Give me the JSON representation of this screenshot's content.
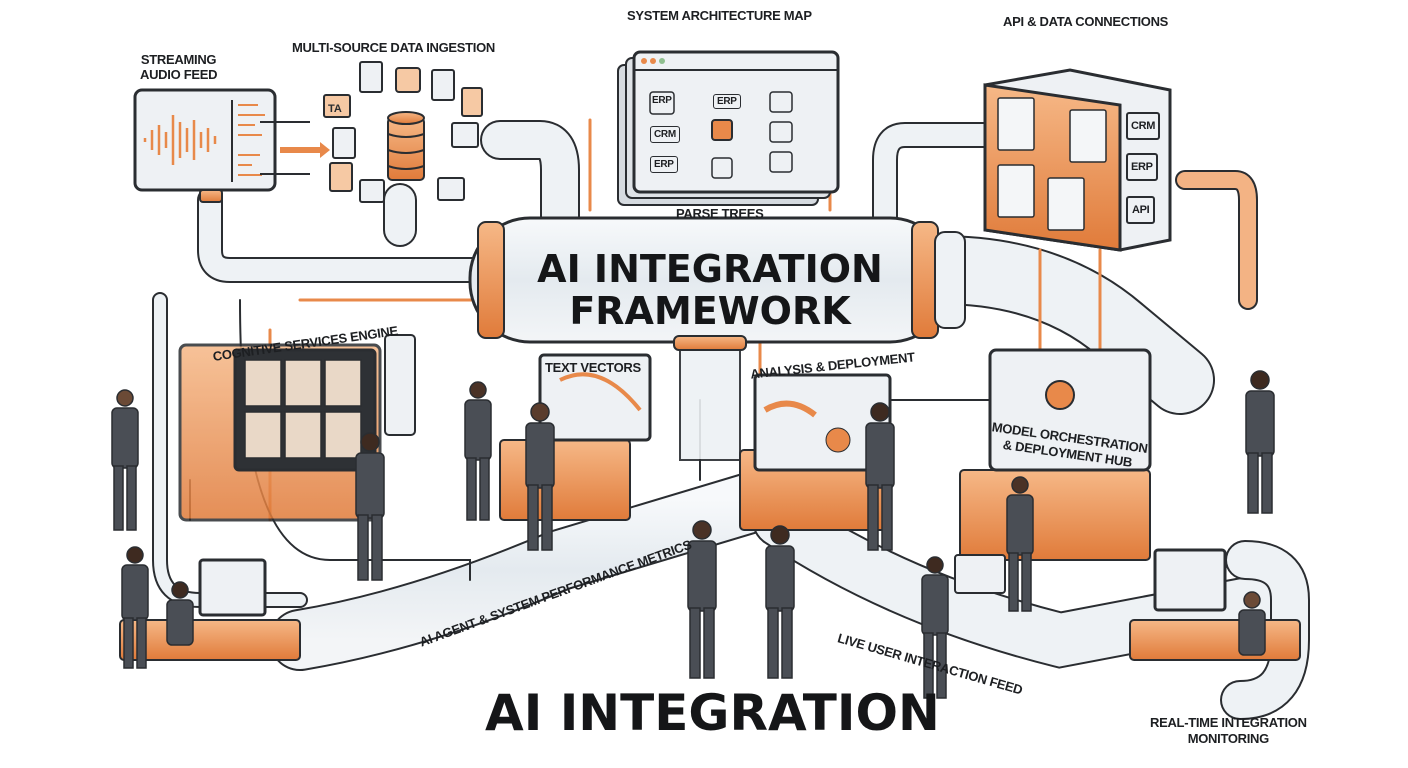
{
  "title": "AI INTEGRATION",
  "main_tube": {
    "line1": "AI INTEGRATION",
    "line2": "FRAMEWORK"
  },
  "labels": {
    "streaming_audio": {
      "line1": "STREAMING",
      "line2": "AUDIO FEED"
    },
    "ingestion": "MULTI-SOURCE DATA INGESTION",
    "architecture": "SYSTEM ARCHITECTURE MAP",
    "parse_trees": "PARSE TREES",
    "api_connections": "API & DATA CONNECTIONS",
    "cognitive": "COGNITIVE SERVICES ENGINE",
    "text_vectors": "TEXT VECTORS",
    "analysis": "ANALYSIS & DEPLOYMENT",
    "orchestration": {
      "line1": "MODEL ORCHESTRATION",
      "line2": "& DEPLOYMENT HUB"
    },
    "metrics": "AI AGENT & SYSTEM PERFORMANCE METRICS",
    "live_feed": "LIVE USER INTERACTION FEED",
    "monitoring": {
      "line1": "REAL-TIME INTEGRATION",
      "line2": "MONITORING"
    }
  },
  "architecture_nodes": [
    "ERP",
    "CRM",
    "ERP"
  ],
  "api_nodes": [
    "CRM",
    "ERP",
    "API"
  ],
  "ingestion_tag": "TA",
  "colors": {
    "accent": "#e8894a",
    "accent_light": "#f6c9a4",
    "ink": "#2a2d31",
    "glass": "#e9eef2"
  }
}
